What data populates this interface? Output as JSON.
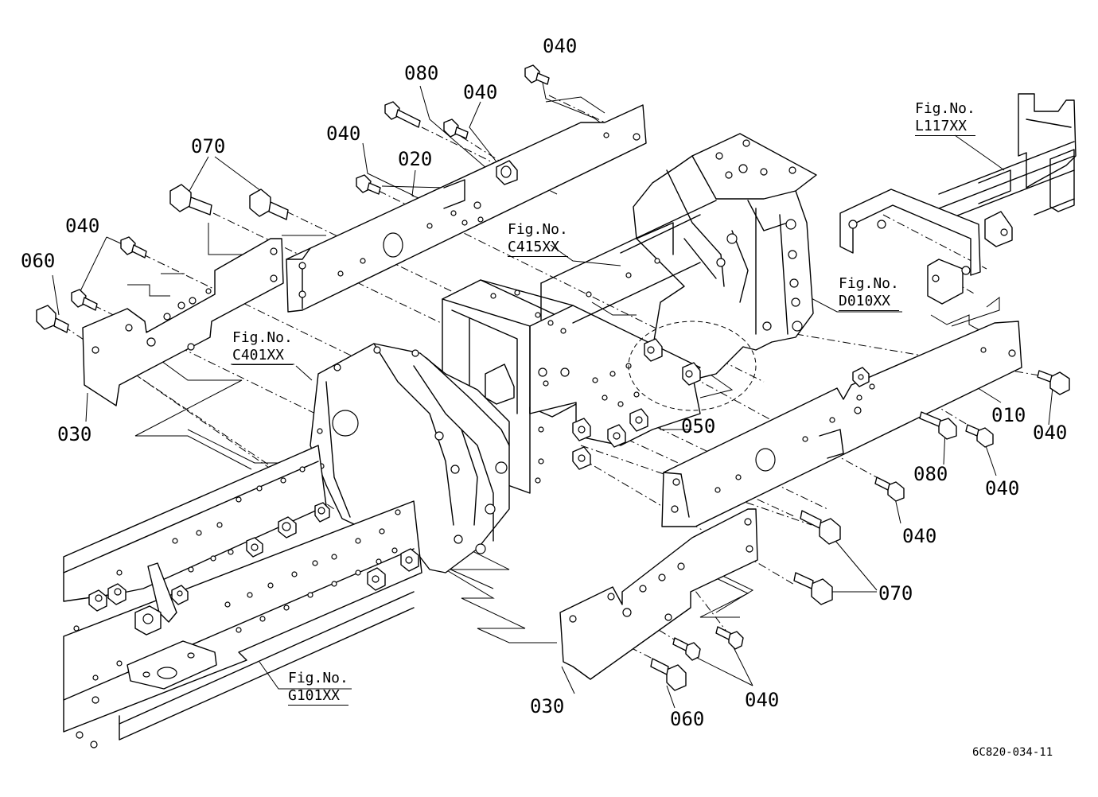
{
  "diagram": {
    "drawing_code": "6C820-034-11",
    "part_labels": [
      {
        "key": "p040_a",
        "text": "040"
      },
      {
        "key": "p080_a",
        "text": "080"
      },
      {
        "key": "p040_b",
        "text": "040"
      },
      {
        "key": "p040_c",
        "text": "040"
      },
      {
        "key": "p020",
        "text": "020"
      },
      {
        "key": "p070_a",
        "text": "070"
      },
      {
        "key": "p040_d",
        "text": "040"
      },
      {
        "key": "p060_a",
        "text": "060"
      },
      {
        "key": "p030_a",
        "text": "030"
      },
      {
        "key": "p050",
        "text": "050"
      },
      {
        "key": "p010",
        "text": "010"
      },
      {
        "key": "p040_e",
        "text": "040"
      },
      {
        "key": "p080_b",
        "text": "080"
      },
      {
        "key": "p040_f",
        "text": "040"
      },
      {
        "key": "p040_g",
        "text": "040"
      },
      {
        "key": "p070_b",
        "text": "070"
      },
      {
        "key": "p030_b",
        "text": "030"
      },
      {
        "key": "p060_b",
        "text": "060"
      },
      {
        "key": "p040_h",
        "text": "040"
      }
    ],
    "fig_refs": [
      {
        "key": "L117",
        "line1": "Fig.No.",
        "line2": "L117XX"
      },
      {
        "key": "C415",
        "line1": "Fig.No.",
        "line2": "C415XX"
      },
      {
        "key": "D010",
        "line1": "Fig.No.",
        "line2": "D010XX"
      },
      {
        "key": "C401",
        "line1": "Fig.No.",
        "line2": "C401XX"
      },
      {
        "key": "G101",
        "line1": "Fig.No.",
        "line2": "G101XX"
      }
    ]
  }
}
